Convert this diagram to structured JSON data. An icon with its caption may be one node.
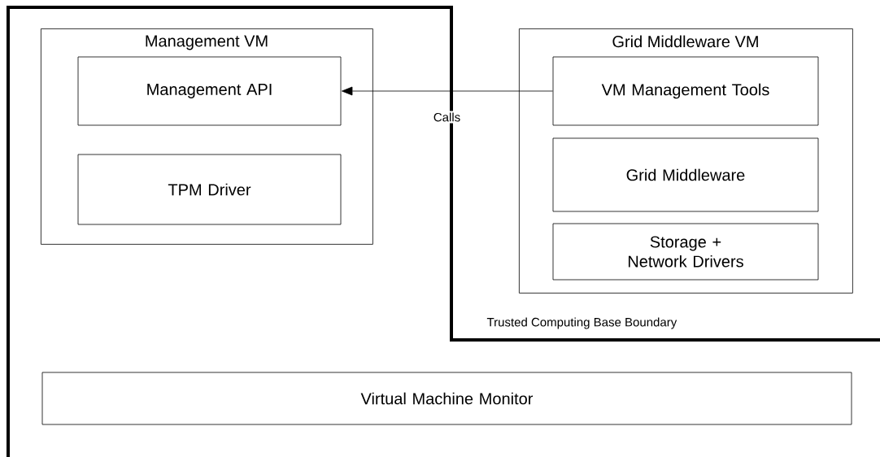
{
  "diagram": {
    "nodes": [
      {
        "text": [
          "Management VM"
        ]
      },
      {
        "text": [
          "Management API"
        ],
        "in": 0
      },
      {
        "text": [
          "TPM Driver"
        ],
        "in": 0
      },
      {
        "text": [
          "Grid Middleware VM"
        ]
      },
      {
        "text": [
          "VM Management Tools"
        ],
        "in": 3
      },
      {
        "text": [
          "Grid Middleware"
        ],
        "in": 3
      },
      {
        "text": [
          "Storage + Network Drivers"
        ],
        "in": 3
      },
      {
        "text": [
          "Virtual Machine Monitor"
        ]
      }
    ],
    "edges": [
      {
        "from": 4,
        "to": 1,
        "arrow": "to",
        "label": "Calls"
      }
    ],
    "labels": [
      "Trusted Computing Base Boundary"
    ]
  }
}
